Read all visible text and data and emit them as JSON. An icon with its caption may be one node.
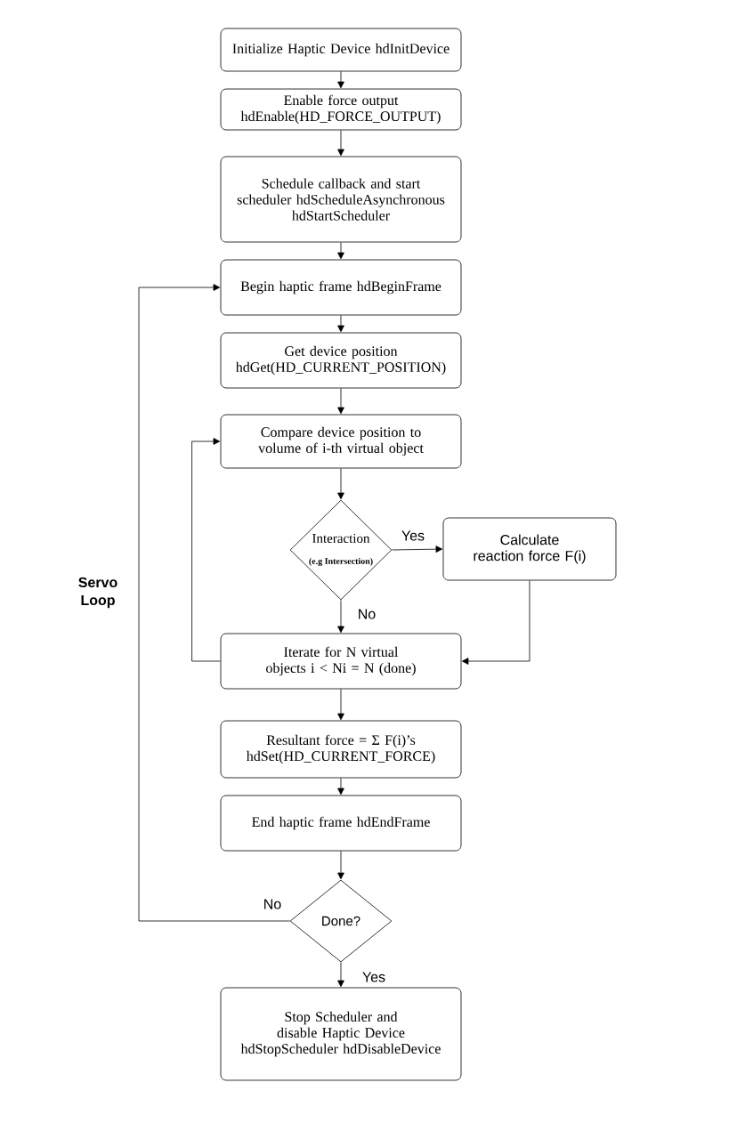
{
  "diagram": {
    "nodes": [
      {
        "text": [
          "Initialize Haptic Device hdInitDevice"
        ]
      },
      {
        "text": [
          "Enable force output hdEnable(HD_FORCE_OUTPUT)"
        ]
      },
      {
        "text": [
          "Schedule callback and start scheduler hdScheduleAsynchronous hdStartScheduler"
        ]
      },
      {
        "text": [
          "Begin haptic frame hdBeginFrame"
        ]
      },
      {
        "text": [
          "Get device position hdGet(HD_CURRENT_POSITION)"
        ]
      },
      {
        "text": [
          "Compare device position to volume of i-th virtual object"
        ]
      },
      {
        "text": [
          "Interaction",
          "(e.g Intersection)"
        ]
      },
      {
        "text": [
          "Calculate reaction force F(i)"
        ]
      },
      {
        "text": [
          "Iterate for N virtual objects i < Ni = N (done)"
        ]
      },
      {
        "text": [
          "Resultant force = Σ F(i)’s hdSet(HD_CURRENT_FORCE)"
        ]
      },
      {
        "text": [
          "End haptic frame hdEndFrame"
        ]
      },
      {
        "text": [
          "Done?"
        ]
      },
      {
        "text": [
          "Stop Scheduler and disable Haptic Device hdStopScheduler hdDisableDevice"
        ]
      }
    ],
    "edges": [
      {
        "from": 0,
        "to": 1,
        "arrow": "to"
      },
      {
        "from": 1,
        "to": 2,
        "arrow": "to"
      },
      {
        "from": 2,
        "to": 3,
        "arrow": "to"
      },
      {
        "from": 3,
        "to": 4,
        "arrow": "to"
      },
      {
        "from": 4,
        "to": 5,
        "arrow": "to"
      },
      {
        "from": 5,
        "to": 6,
        "arrow": "to"
      },
      {
        "from": 6,
        "to": 7,
        "arrow": "to",
        "label": "Yes"
      },
      {
        "from": 6,
        "to": 8,
        "arrow": "to",
        "label": "No"
      },
      {
        "from": 7,
        "to": 8,
        "arrow": "to"
      },
      {
        "from": 8,
        "to": 5,
        "arrow": "to"
      },
      {
        "from": 8,
        "to": 9,
        "arrow": "to"
      },
      {
        "from": 9,
        "to": 10,
        "arrow": "to"
      },
      {
        "from": 10,
        "to": 11,
        "arrow": "to"
      },
      {
        "from": 11,
        "to": 3,
        "arrow": "to",
        "label": "No"
      },
      {
        "from": 11,
        "to": 12,
        "arrow": "to",
        "label": "Yes"
      }
    ],
    "labels": [
      "Servo Loop"
    ]
  }
}
